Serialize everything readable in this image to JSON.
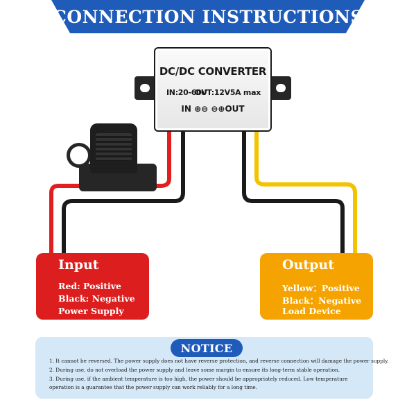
{
  "banner": {
    "title": "CONNECTION INSTRUCTIONS"
  },
  "device": {
    "title": "DC/DC CONVERTER",
    "input_spec": "IN:20-60V",
    "output_spec": "OUT:12V5A max",
    "terminals": "IN ⊕⊖ ⊖⊕OUT"
  },
  "input_card": {
    "heading": "Input",
    "lines": [
      "Red: Positive",
      "Black: Negative",
      "Power Supply"
    ]
  },
  "output_card": {
    "heading": "Output",
    "lines": [
      "Yellow：Positive",
      "Black：Negative",
      "Load Device"
    ]
  },
  "notice": {
    "title": "NOTICE",
    "items": [
      "1. It cannot be reversed. The power supply does not have reverse protection, and reverse connection will damage the power supply.",
      "2. During use, do not overload the power supply and leave some margin to ensure its long-term stable operation.",
      "3. During use, if the ambient temperature is too high, the power should be appropriately reduced. Low temperature operation is a guarantee that the power supply can work reliably for a long time."
    ]
  },
  "colors": {
    "banner_blue": "#1f5bb8",
    "input_red": "#dd1e1e",
    "output_orange": "#f5a300",
    "notice_bg": "#d5e8f8",
    "wire_red": "#e02020",
    "wire_black": "#1a1a1a",
    "wire_yellow": "#f3c200"
  }
}
